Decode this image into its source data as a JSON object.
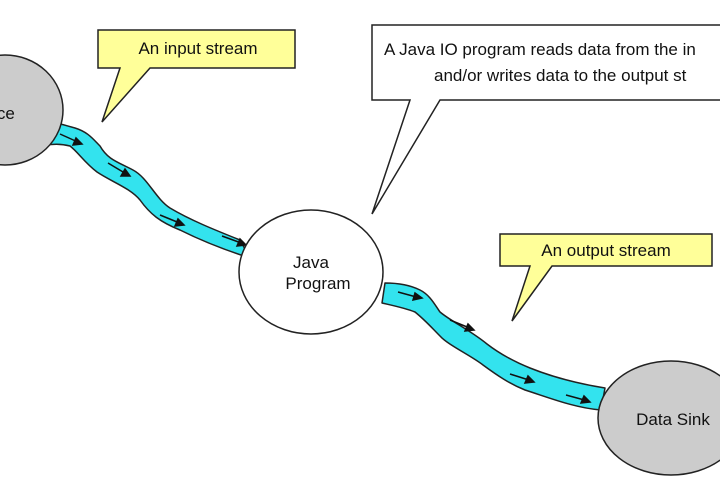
{
  "nodes": {
    "source": {
      "label": "rce"
    },
    "java_program": {
      "line1": "Java",
      "line2": "Program"
    },
    "data_sink": {
      "label": "Data Sink"
    }
  },
  "callouts": {
    "input_stream": "An input stream",
    "output_stream": "An output stream",
    "note": {
      "line1": "A Java IO program reads data from the in",
      "line2": "and/or writes data to the output st"
    }
  },
  "colors": {
    "stream_fill": "#33e3ee",
    "callout_fill": "#ffff99",
    "source_fill": "#cccccc",
    "sink_fill": "#cccccc",
    "program_fill": "#ffffff"
  }
}
